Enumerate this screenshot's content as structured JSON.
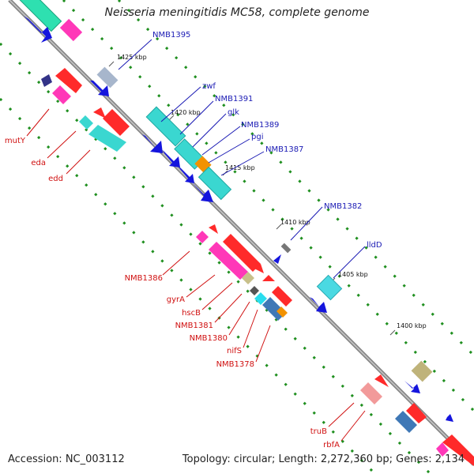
{
  "header": {
    "title": "Neisseria meningitidis MC58, complete genome"
  },
  "footer": {
    "accession": "Accession: NC_003112",
    "stats": "Topology: circular; Length: 2,272,360 bp; Genes: 2,134"
  },
  "scale_labels": [
    "1425 kbp",
    "1420 kbp",
    "1415 kbp",
    "1410 kbp",
    "1405 kbp",
    "1400 kbp"
  ],
  "genes_top": [
    "NMB1395",
    "zwf",
    "NMB1391",
    "glk",
    "NMB1389",
    "pgi",
    "NMB1387",
    "NMB1382",
    "lldD"
  ],
  "genes_bottom": [
    "mutY",
    "eda",
    "edd",
    "NMB1386",
    "gyrA",
    "hscB",
    "NMB1381",
    "NMB1380",
    "nifS",
    "NMB1378",
    "truB",
    "rbfA"
  ],
  "colors": {
    "top_label": "#1a1ab4",
    "bottom_label": "#d01010",
    "backbone": "#9a9a9a",
    "tick": "#1f8f1f"
  }
}
